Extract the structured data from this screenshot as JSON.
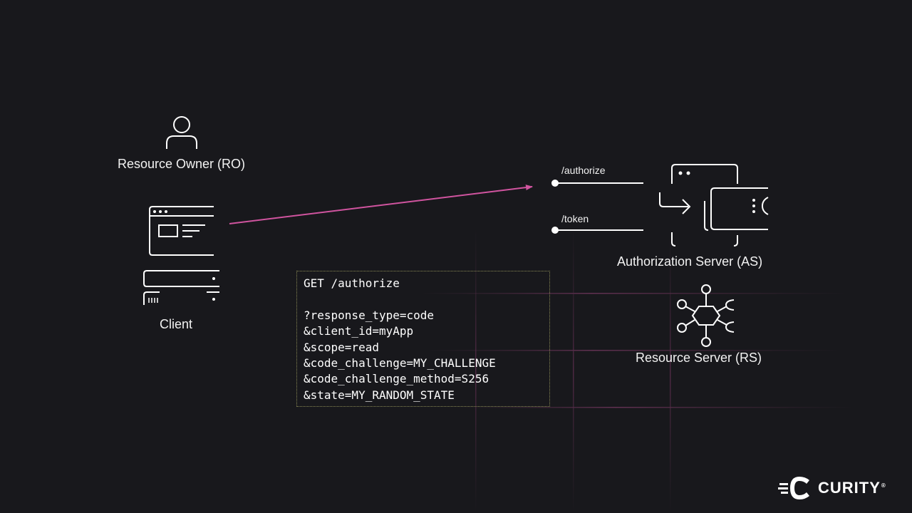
{
  "diagram": {
    "resource_owner_label": "Resource Owner (RO)",
    "client_label": "Client",
    "authorization_server_label": "Authorization Server (AS)",
    "resource_server_label": "Resource Server (RS)",
    "endpoints": {
      "authorize": "/authorize",
      "token": "/token"
    },
    "request_code": [
      "GET /authorize",
      "",
      "?response_type=code",
      "&client_id=myApp",
      "&scope=read",
      "&code_challenge=MY_CHALLENGE",
      "&code_challenge_method=S256",
      "&state=MY_RANDOM_STATE"
    ]
  },
  "brand": {
    "name": "CURITY",
    "registered_mark": "®"
  },
  "colors": {
    "background": "#18181c",
    "arrow": "#d0549f",
    "grid_line": "#4a2a40",
    "code_border": "#8a8a55",
    "icon_stroke": "#ffffff"
  },
  "icons": {
    "resource_owner": "person-icon",
    "client_browser": "browser-window-icon",
    "client_server": "server-rack-icon",
    "authorization_server": "auth-server-icon",
    "resource_server": "network-hexagon-icon",
    "brand_logo": "curity-logo-icon"
  }
}
